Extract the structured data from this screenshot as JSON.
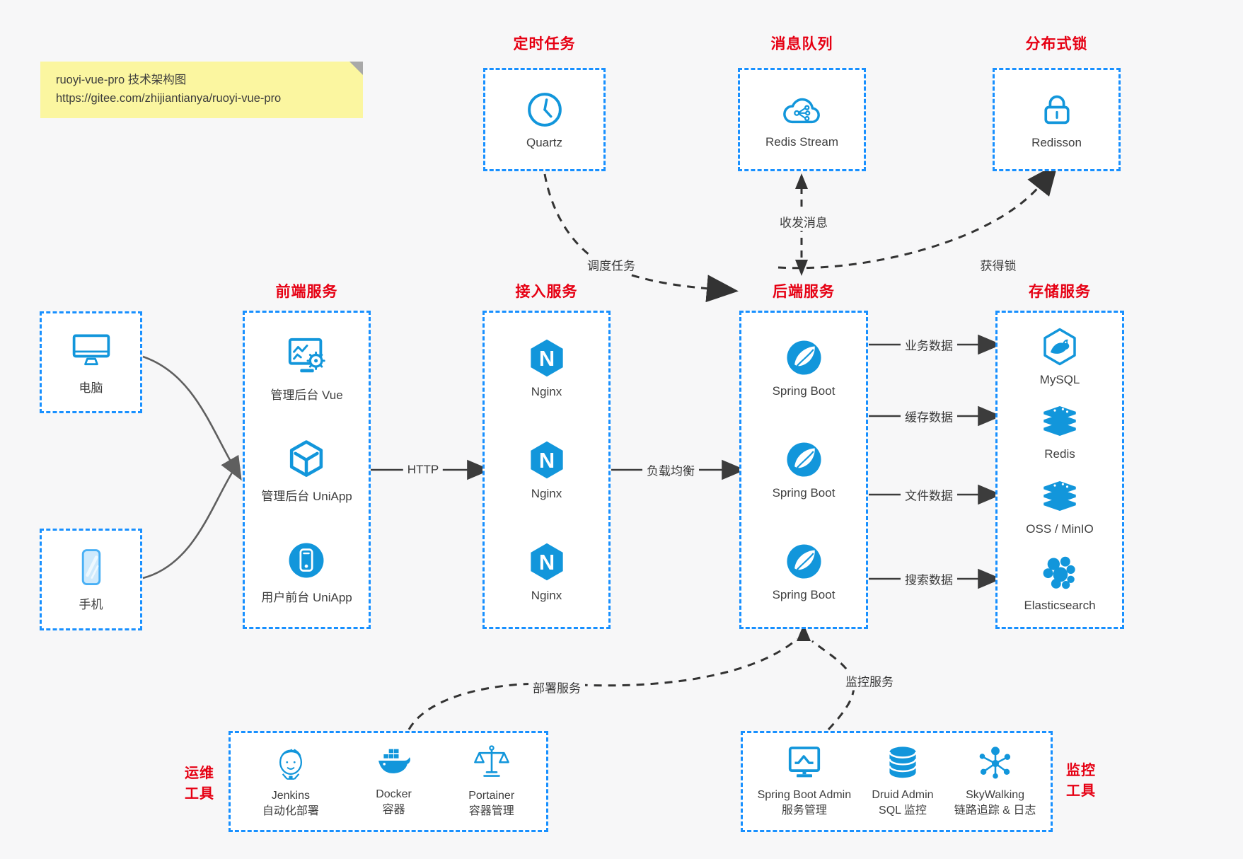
{
  "note": {
    "title": "ruoyi-vue-pro 技术架构图",
    "url": "https://gitee.com/zhijiantianya/ruoyi-vue-pro"
  },
  "colors": {
    "icon_blue": "#1296db",
    "border_blue": "#1890ff",
    "title_red": "#e60013",
    "background": "#f7f7f8",
    "note_yellow": "#fbf6a0"
  },
  "top_services": [
    {
      "title": "定时任务",
      "label": "Quartz",
      "icon": "clock-icon"
    },
    {
      "title": "消息队列",
      "label": "Redis Stream",
      "icon": "cloud-stream-icon"
    },
    {
      "title": "分布式锁",
      "label": "Redisson",
      "icon": "lock-icon"
    }
  ],
  "clients": [
    {
      "label": "电脑",
      "icon": "desktop-icon"
    },
    {
      "label": "手机",
      "icon": "mobile-icon"
    }
  ],
  "columns": [
    {
      "title": "前端服务",
      "items": [
        {
          "label": "管理后台 Vue",
          "icon": "admin-vue-icon"
        },
        {
          "label": "管理后台 UniApp",
          "icon": "uniapp-cube-icon"
        },
        {
          "label": "用户前台 UniApp",
          "icon": "user-front-phone-icon"
        }
      ]
    },
    {
      "title": "接入服务",
      "items": [
        {
          "label": "Nginx",
          "icon": "nginx-icon"
        },
        {
          "label": "Nginx",
          "icon": "nginx-icon"
        },
        {
          "label": "Nginx",
          "icon": "nginx-icon"
        }
      ]
    },
    {
      "title": "后端服务",
      "items": [
        {
          "label": "Spring Boot",
          "icon": "spring-boot-icon"
        },
        {
          "label": "Spring Boot",
          "icon": "spring-boot-icon"
        },
        {
          "label": "Spring Boot",
          "icon": "spring-boot-icon"
        }
      ]
    },
    {
      "title": "存储服务",
      "items": [
        {
          "label": "MySQL",
          "icon": "mysql-icon"
        },
        {
          "label": "Redis",
          "icon": "redis-stack-icon"
        },
        {
          "label": "OSS / MinIO",
          "icon": "oss-stack-icon"
        },
        {
          "label": "Elasticsearch",
          "icon": "elasticsearch-icon"
        }
      ]
    }
  ],
  "edge_labels": {
    "http": "HTTP",
    "load_balance": "负载均衡",
    "schedule": "调度任务",
    "message": "收发消息",
    "lock": "获得锁",
    "business_data": "业务数据",
    "cache_data": "缓存数据",
    "file_data": "文件数据",
    "search_data": "搜索数据",
    "deploy": "部署服务",
    "monitor": "监控服务"
  },
  "bottom_boxes": [
    {
      "side_line1": "运维",
      "side_line2": "工具",
      "items": [
        {
          "name": "Jenkins",
          "desc": "自动化部署",
          "icon": "jenkins-icon"
        },
        {
          "name": "Docker",
          "desc": "容器",
          "icon": "docker-icon"
        },
        {
          "name": "Portainer",
          "desc": "容器管理",
          "icon": "portainer-icon"
        }
      ]
    },
    {
      "side_line1": "监控",
      "side_line2": "工具",
      "items": [
        {
          "name": "Spring Boot Admin",
          "desc": "服务管理",
          "icon": "spring-boot-admin-icon"
        },
        {
          "name": "Druid Admin",
          "desc": "SQL 监控",
          "icon": "druid-icon"
        },
        {
          "name": "SkyWalking",
          "desc": "链路追踪 & 日志",
          "icon": "skywalking-icon"
        }
      ]
    }
  ]
}
